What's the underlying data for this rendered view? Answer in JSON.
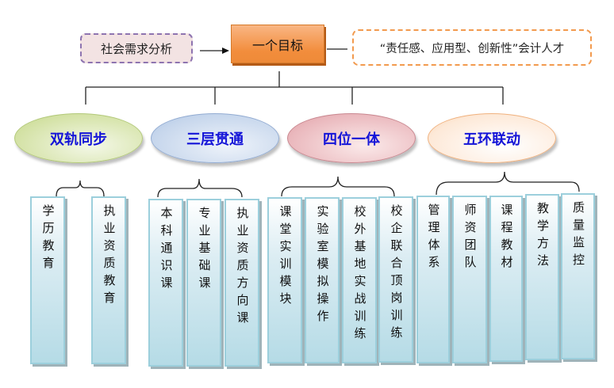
{
  "top": {
    "analysis": "社会需求分析",
    "goal": "一个目标",
    "talent": "“责任感、应用型、创新性”会计人才"
  },
  "categories": [
    {
      "label": "双轨同步",
      "items": [
        "学历教育",
        "执业资质教育"
      ]
    },
    {
      "label": "三层贯通",
      "items": [
        "本科通识课",
        "专业基础课",
        "执业资质方向课"
      ]
    },
    {
      "label": "四位一体",
      "items": [
        "课堂实训模块",
        "实验室模拟操作",
        "校外基地实战训练",
        "校企联合顶岗训练"
      ]
    },
    {
      "label": "五环联动",
      "items": [
        "管理体系",
        "师资团队",
        "课程教材",
        "教学方法",
        "质量监控"
      ]
    }
  ],
  "colors": {
    "ellipse_text": "#1414d8",
    "goal_fill": "#f28d3c",
    "analysis_border": "#8e74b0",
    "talent_border": "#f29a4e",
    "column_border": "#9ccfdc"
  }
}
